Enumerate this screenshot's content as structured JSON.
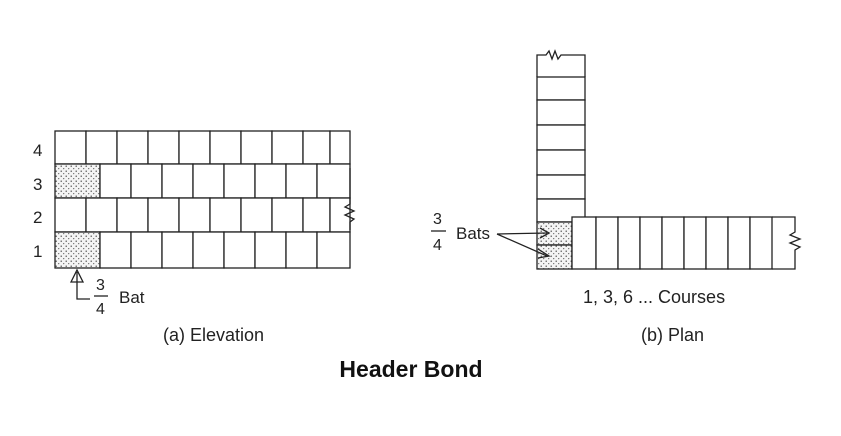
{
  "title": "Header Bond",
  "elevation": {
    "caption": "(a) Elevation",
    "course_labels": [
      "4",
      "3",
      "2",
      "1"
    ],
    "bat_label": {
      "numerator": "3",
      "denominator": "4",
      "text": "Bat"
    }
  },
  "plan": {
    "caption": "(b) Plan",
    "courses_label": "1, 3, 6 ... Courses",
    "bats_label": {
      "numerator": "3",
      "denominator": "4",
      "text": "Bats"
    }
  },
  "colors": {
    "line": "#222222",
    "background": "#ffffff"
  }
}
